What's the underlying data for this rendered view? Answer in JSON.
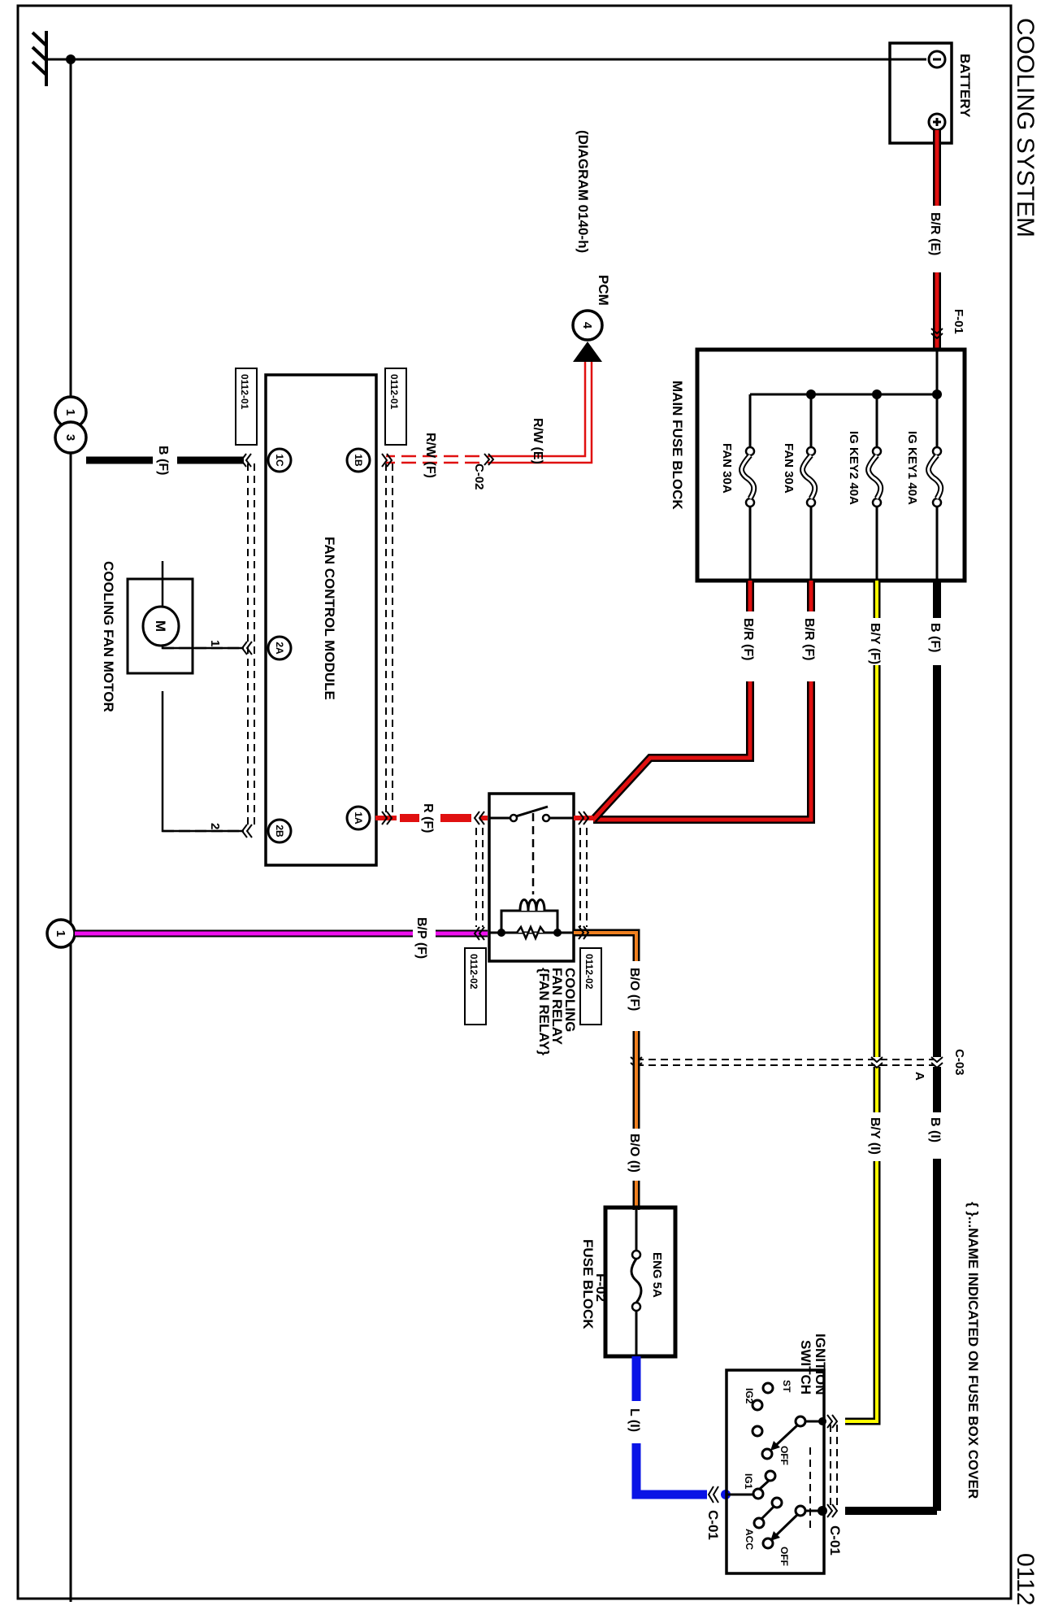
{
  "title": "COOLING SYSTEM",
  "page_number": "0112",
  "note": "{ }...NAME INDICATED ON FUSE BOX COVER",
  "colors": {
    "black": "#000000",
    "red": "#e01010",
    "yellow": "#ffff00",
    "orange": "#f08020",
    "blue": "#0a14e6",
    "magenta": "#ee10ee"
  },
  "components": {
    "battery": {
      "label": "BATTERY",
      "neg": "−",
      "pos": "+"
    },
    "main_fuse_block": {
      "label": "MAIN FUSE BLOCK",
      "fuses": [
        {
          "name": "IG KEY1 40A"
        },
        {
          "name": "IG KEY2 40A"
        },
        {
          "name": "FAN  30A"
        },
        {
          "name": "FAN  30A"
        }
      ]
    },
    "pcm": {
      "label": "PCM",
      "ref": "(DIAGRAM  0140-h)",
      "pin": "4"
    },
    "fan_control_module": {
      "label": "FAN CONTROL MODULE",
      "pins": [
        "1B",
        "1C",
        "2A",
        "2B",
        "1A"
      ],
      "ref_top": "0112-01",
      "ref_bottom": "0112-01"
    },
    "cooling_fan_motor": {
      "label": "COOLING FAN MOTOR",
      "symbol": "M",
      "pin1": "1",
      "pin2": "2"
    },
    "relay": {
      "label_line1": "COOLING",
      "label_line2": "FAN RELAY",
      "label_line3": "{FAN RELAY}",
      "ref_left": "0112-02",
      "ref_right": "0112-02"
    },
    "fuse_block_f02": {
      "label_line1": "F-02",
      "label_line2": "FUSE BLOCK",
      "fuse": "ENG 5A"
    },
    "ignition_switch": {
      "label_line1": "IGNITION",
      "label_line2": "SWITCH",
      "positions": {
        "st": "ST",
        "ig2": "IG2",
        "off1": "OFF",
        "ig1": "IG1",
        "acc": "ACC",
        "off2": "OFF"
      }
    },
    "ground_points": [
      {
        "pin": "1"
      },
      {
        "pin": "3"
      },
      {
        "pin": "1"
      }
    ]
  },
  "connectors": {
    "f01": "F-01",
    "c02": "C-02",
    "c03": "C-03",
    "c03_sub": "A",
    "c01_left": "C-01",
    "c01_right": "C-01"
  },
  "wires": {
    "battery_feed": "B/R (E)",
    "pcm_e": "R/W (E)",
    "pcm_f": "R/W (F)",
    "gnd_fcm": "B (F)",
    "fcm_relay": "R (F)",
    "relay_gnd": "B/P (F)",
    "fuse_ig1": "B (F)",
    "fuse_ig2": "B/Y (F)",
    "fuse_fan1": "B/R (F)",
    "fuse_fan2": "B/R (F)",
    "relay_bo_f": "B/O (F)",
    "relay_bo_i": "B/O (I)",
    "by_i": "B/Y (I)",
    "b_i": "B (I)",
    "l_i": "L (I)"
  }
}
